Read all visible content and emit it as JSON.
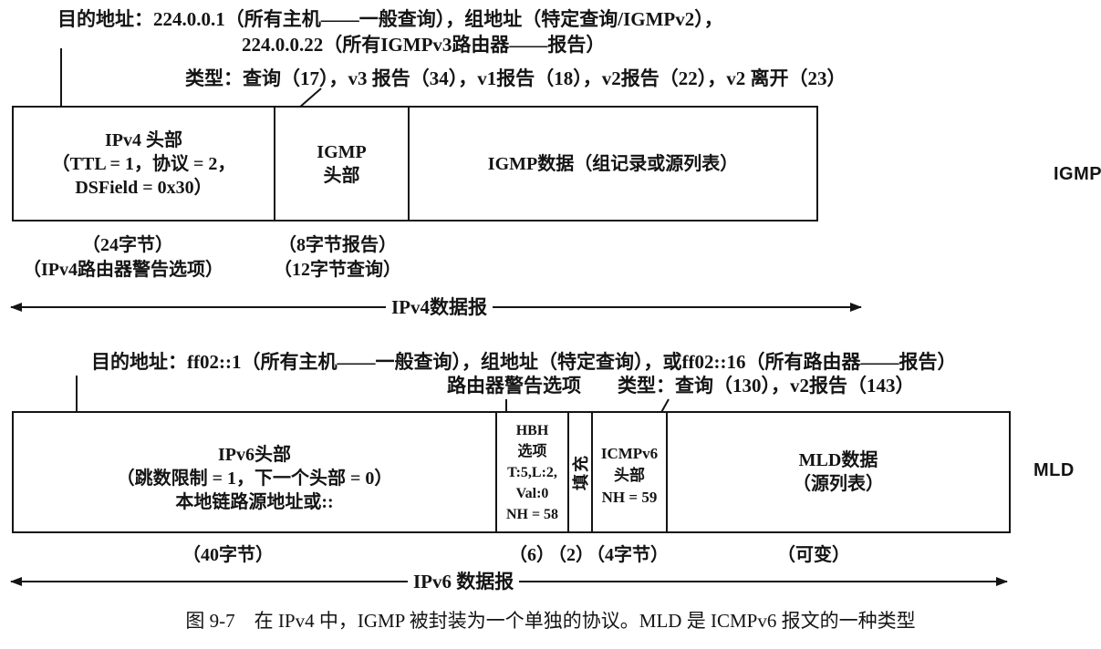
{
  "igmp": {
    "dest_line1": "目的地址：224.0.0.1（所有主机——一般查询），组地址（特定查询/IGMPv2），",
    "dest_line2": "224.0.0.22（所有IGMPv3路由器——报告）",
    "type_line": "类型：查询（17），v3 报告（34），v1报告（18），v2报告（22），v2 离开（23）",
    "cells": {
      "ipv4_header": {
        "line1": "IPv4 头部",
        "line2": "（TTL = 1，协议 = 2，",
        "line3": "DSField = 0x30）"
      },
      "igmp_header": {
        "line1": "IGMP",
        "line2": "头部"
      },
      "igmp_data": {
        "line1": "IGMP数据（组记录或源列表）"
      }
    },
    "size_labels": {
      "ipv4_bytes": "（24字节）",
      "ipv4_option": "（IPv4路由器警告选项）",
      "report_bytes": "（8字节报告）",
      "query_bytes": "（12字节查询）"
    },
    "datagram_label": "IPv4数据报",
    "protocol_label": "IGMP"
  },
  "mld": {
    "dest_line": "目的地址：ff02::1（所有主机——一般查询），组地址（特定查询），或ff02::16（所有路由器——报告）",
    "router_alert_label": "路由器警告选项",
    "type_line": "类型：查询（130），v2报告（143）",
    "cells": {
      "ipv6_header": {
        "line1": "IPv6头部",
        "line2": "（跳数限制 = 1，下一个头部 = 0）",
        "line3": "本地链路源地址或::"
      },
      "hbh_options": {
        "line1": "HBH",
        "line2": "选项",
        "line3": "T:5,L:2,",
        "line4": "Val:0",
        "line5": "NH = 58"
      },
      "padding": {
        "line1": "填充"
      },
      "icmpv6_header": {
        "line1": "ICMPv6",
        "line2": "头部",
        "line3": "NH = 59"
      },
      "mld_data": {
        "line1": "MLD数据",
        "line2": "（源列表）"
      }
    },
    "size_labels": {
      "ipv6_bytes": "（40字节）",
      "hbh_bytes": "（6）",
      "pad_bytes": "（2）",
      "icmpv6_bytes": "（4字节）",
      "mld_bytes": "（可变）"
    },
    "datagram_label": "IPv6 数据报",
    "protocol_label": "MLD"
  },
  "caption": "图 9-7　在 IPv4 中，IGMP 被封装为一个单独的协议。MLD 是 ICMPv6 报文的一种类型",
  "colors": {
    "ink": "#141414",
    "background": "#ffffff"
  }
}
